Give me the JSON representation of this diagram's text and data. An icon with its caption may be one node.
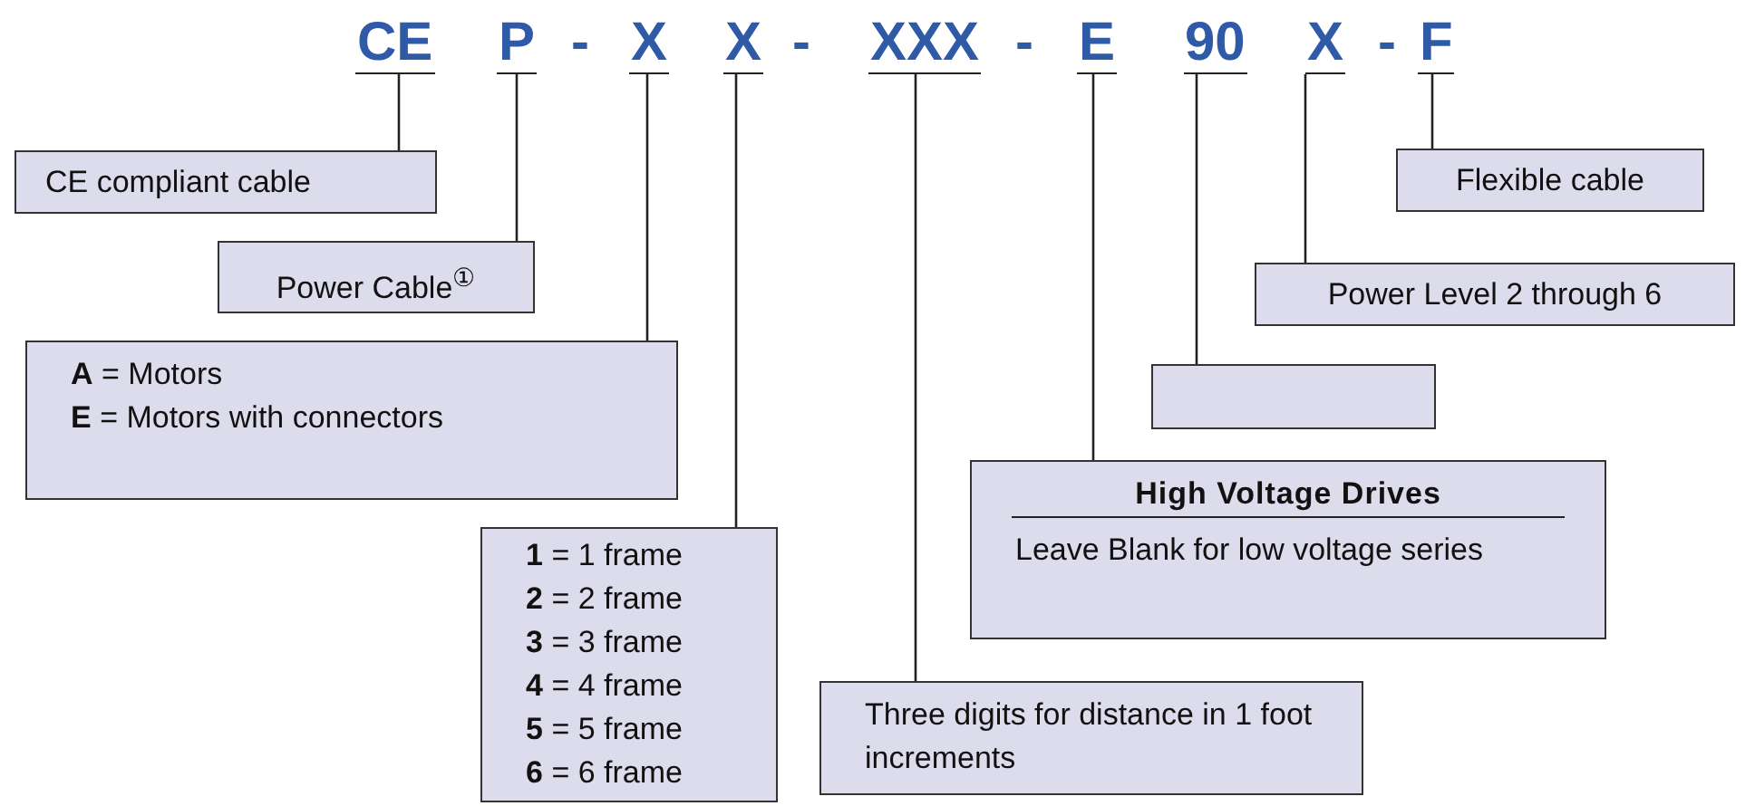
{
  "diagram": {
    "nodes": [
      {
        "text": [
          "CE"
        ]
      },
      {
        "text": [
          "P"
        ]
      },
      {
        "text": [
          "X"
        ]
      },
      {
        "text": [
          "X"
        ]
      },
      {
        "text": [
          "XXX"
        ]
      },
      {
        "text": [
          "E"
        ]
      },
      {
        "text": [
          "90"
        ]
      },
      {
        "text": [
          "X"
        ]
      },
      {
        "text": [
          "F"
        ]
      },
      {
        "text": [
          "CE compliant cable"
        ]
      },
      {
        "text": [
          "Power Cable$^{①}$"
        ]
      },
      {
        "text": [
          "**A** = Motors",
          "**E** = Motors with connectors"
        ]
      },
      {
        "text": [
          "**1** = 1 frame",
          "**2** = 2 frame",
          "**3** = 3 frame",
          "**4** = 4 frame",
          "**5** = 5 frame",
          "**6** = 6 frame"
        ]
      },
      {
        "text": [
          "Three digits for distance in 1 foot increments"
        ]
      },
      {
        "text": [
          "High Voltage Drives",
          "Leave Blank for low voltage series"
        ]
      },
      {
        "text": [],
        "shape": "box"
      },
      {
        "text": [
          "Power Level 2 through 6"
        ]
      },
      {
        "text": [
          "Flexible cable"
        ]
      }
    ],
    "edges": [
      {
        "from": 0,
        "to": 9,
        "arrow": "none"
      },
      {
        "from": 1,
        "to": 10,
        "arrow": "none"
      },
      {
        "from": 2,
        "to": 11,
        "arrow": "none"
      },
      {
        "from": 3,
        "to": 12,
        "arrow": "none"
      },
      {
        "from": 4,
        "to": 13,
        "arrow": "none"
      },
      {
        "from": 5,
        "to": 14,
        "arrow": "none"
      },
      {
        "from": 6,
        "to": 15,
        "arrow": "none"
      },
      {
        "from": 7,
        "to": 16,
        "arrow": "none"
      },
      {
        "from": 8,
        "to": 17,
        "arrow": "none"
      }
    ],
    "labels": [
      "-",
      "-",
      "-",
      "-"
    ]
  }
}
